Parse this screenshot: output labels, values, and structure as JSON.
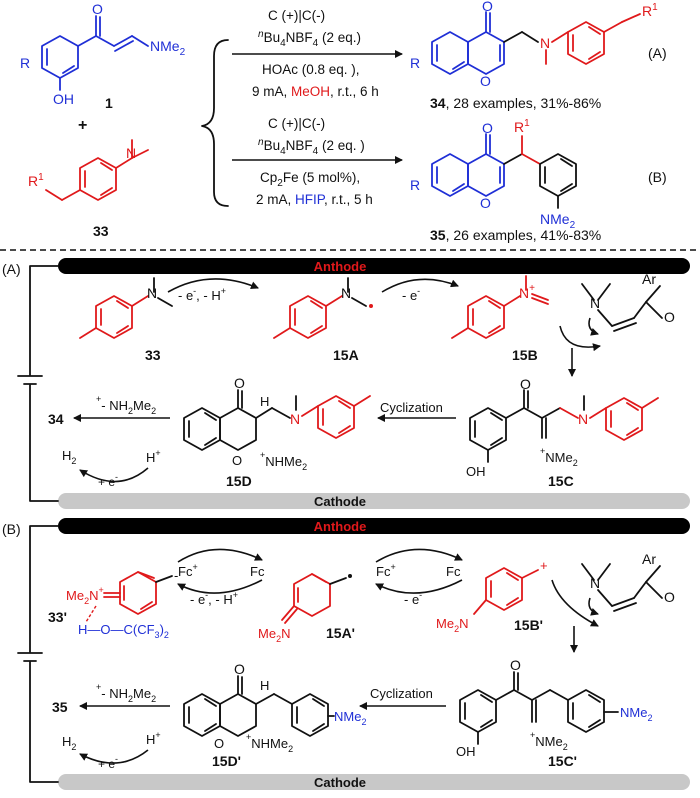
{
  "colors": {
    "red": "#e0191b",
    "blue": "#1f2fd6",
    "black": "#111111",
    "cathode_gray": "#c8c8c8"
  },
  "top": {
    "reactant1": {
      "R": "R",
      "OH": "OH",
      "NMe2": "NMe",
      "NMe2_sub": "2",
      "label": "1"
    },
    "plus": "+",
    "reactant2": {
      "R1": "R",
      "R1_sup": "1",
      "N": "N",
      "label": "33"
    },
    "condA": {
      "electrodes": "C (+)|C(-)",
      "salt_pre": "n",
      "salt_main": "Bu",
      "salt_sub": "4",
      "salt_rest": "NBF",
      "salt_sub2": "4",
      "salt_eq": " (2 eq.)",
      "acid": "HOAc (0.8 eq. ),",
      "line4_a": "9 mA, ",
      "line4_b": "MeOH",
      "line4_c": ", r.t., 6 h"
    },
    "condB": {
      "electrodes": "C (+)|C(-)",
      "salt_pre": "n",
      "salt_main": "Bu",
      "salt_sub": "4",
      "salt_rest": "NBF",
      "salt_sub2": "4",
      "salt_eq": " (2 eq. )",
      "cat_a": "Cp",
      "cat_sub": "2",
      "cat_b": "Fe (5 mol%),",
      "line4_a": "2 mA, ",
      "line4_b": "HFIP",
      "line4_c": ", r.t., 5 h"
    },
    "productA": {
      "O": "O",
      "R": "R",
      "N": "N",
      "R1": "R",
      "R1_sup": "1",
      "label": "34",
      "caption": ", 28 examples, 31%-86%",
      "tag": "(A)"
    },
    "productB": {
      "O": "O",
      "R": "R",
      "R1": "R",
      "R1_sup": "1",
      "NMe2": "NMe",
      "NMe2_sub": "2",
      "label": "35",
      "caption": ", 26 examples, 41%-83%",
      "tag": "(B)"
    }
  },
  "panelA": {
    "tag": "(A)",
    "anode": "Anthode",
    "cathode": "Cathode",
    "step1": "- e",
    "step1b": ", - H",
    "step2": "- e",
    "minus_sup": "-",
    "plus_sup": "+",
    "cyclization": "Cyclization",
    "elim": "- NH",
    "elim_sub": "2",
    "elim_b": "Me",
    "elim_sub2": "2",
    "h2": "H",
    "h2_sub": "2",
    "e_gain": "+ e",
    "hplus": "H",
    "N": "N",
    "Ar": "Ar",
    "O": "O",
    "H": "H",
    "OH": "OH",
    "NMe2": "NMe",
    "NMe2_sub": "2",
    "NHMe2": "NHMe",
    "NHMe2_sub": "2",
    "labels": {
      "c33": "33",
      "c15A": "15A",
      "c15B": "15B",
      "c15C": "15C",
      "c15D": "15D",
      "c34": "34"
    }
  },
  "panelB": {
    "tag": "(B)",
    "anode": "Anthode",
    "cathode": "Cathode",
    "fc": "Fc",
    "fcplus": "Fc",
    "step1": "- e",
    "step1b": ", - H",
    "step2": "- e",
    "minus_sup": "-",
    "plus_sup": "+",
    "hbond": "H—O—C(CF",
    "hbond_sub": "3",
    "hbond_b": ")",
    "hbond_sub2": "2",
    "Me2N": "Me",
    "Me2N_sub": "2",
    "Me2N_b": "N",
    "cyclization": "Cyclization",
    "elim": "- NH",
    "elim_sub": "2",
    "elim_b": "Me",
    "elim_sub2": "2",
    "h2": "H",
    "h2_sub": "2",
    "e_gain": "+ e",
    "hplus": "H",
    "N": "N",
    "Ar": "Ar",
    "O": "O",
    "H": "H",
    "OH": "OH",
    "NMe2": "NMe",
    "NMe2_sub": "2",
    "NHMe2": "NHMe",
    "NHMe2_sub": "2",
    "labels": {
      "c33p": "33'",
      "c15Ap": "15A'",
      "c15Bp": "15B'",
      "c15Cp": "15C'",
      "c15Dp": "15D'",
      "c35": "35"
    }
  }
}
